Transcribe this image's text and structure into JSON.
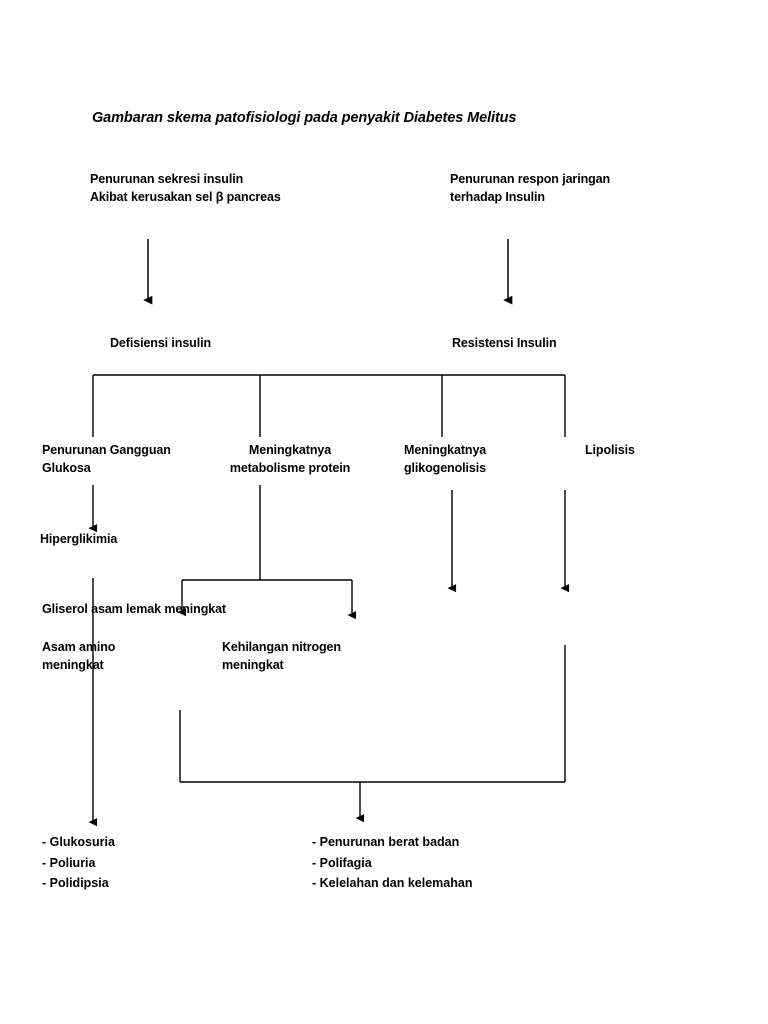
{
  "title": "Gambaran skema patofisiologi pada penyakit Diabetes Melitus",
  "nodes": {
    "cause_left": "Penurunan sekresi insulin\nAkibat kerusakan sel β pancreas",
    "cause_right": "Penurunan respon jaringan\nterhadap Insulin",
    "defisiensi": "Defisiensi insulin",
    "resistensi": "Resistensi Insulin",
    "branch_1": "Penurunan Gangguan\nGlukosa",
    "branch_2": "Meningkatnya\nmetabolisme protein",
    "branch_3": "Meningkatnya\nglikogenolisis",
    "branch_4": "Lipolisis",
    "hiperglikimia": "Hiperglikimia",
    "gliserol": "Gliserol asam lemak meningkat",
    "asam_amino": "Asam amino\nmeningkat",
    "kehilangan_nitrogen": "Kehilangan nitrogen\nmeningkat"
  },
  "outcomes": {
    "left": "- Glukosuria\n- Poliuria\n- Polidipsia",
    "right": "- Penurunan berat badan\n- Polifagia\n- Kelelahan dan kelemahan"
  },
  "colors": {
    "line": "#000000",
    "text": "#000000",
    "background": "#ffffff"
  }
}
